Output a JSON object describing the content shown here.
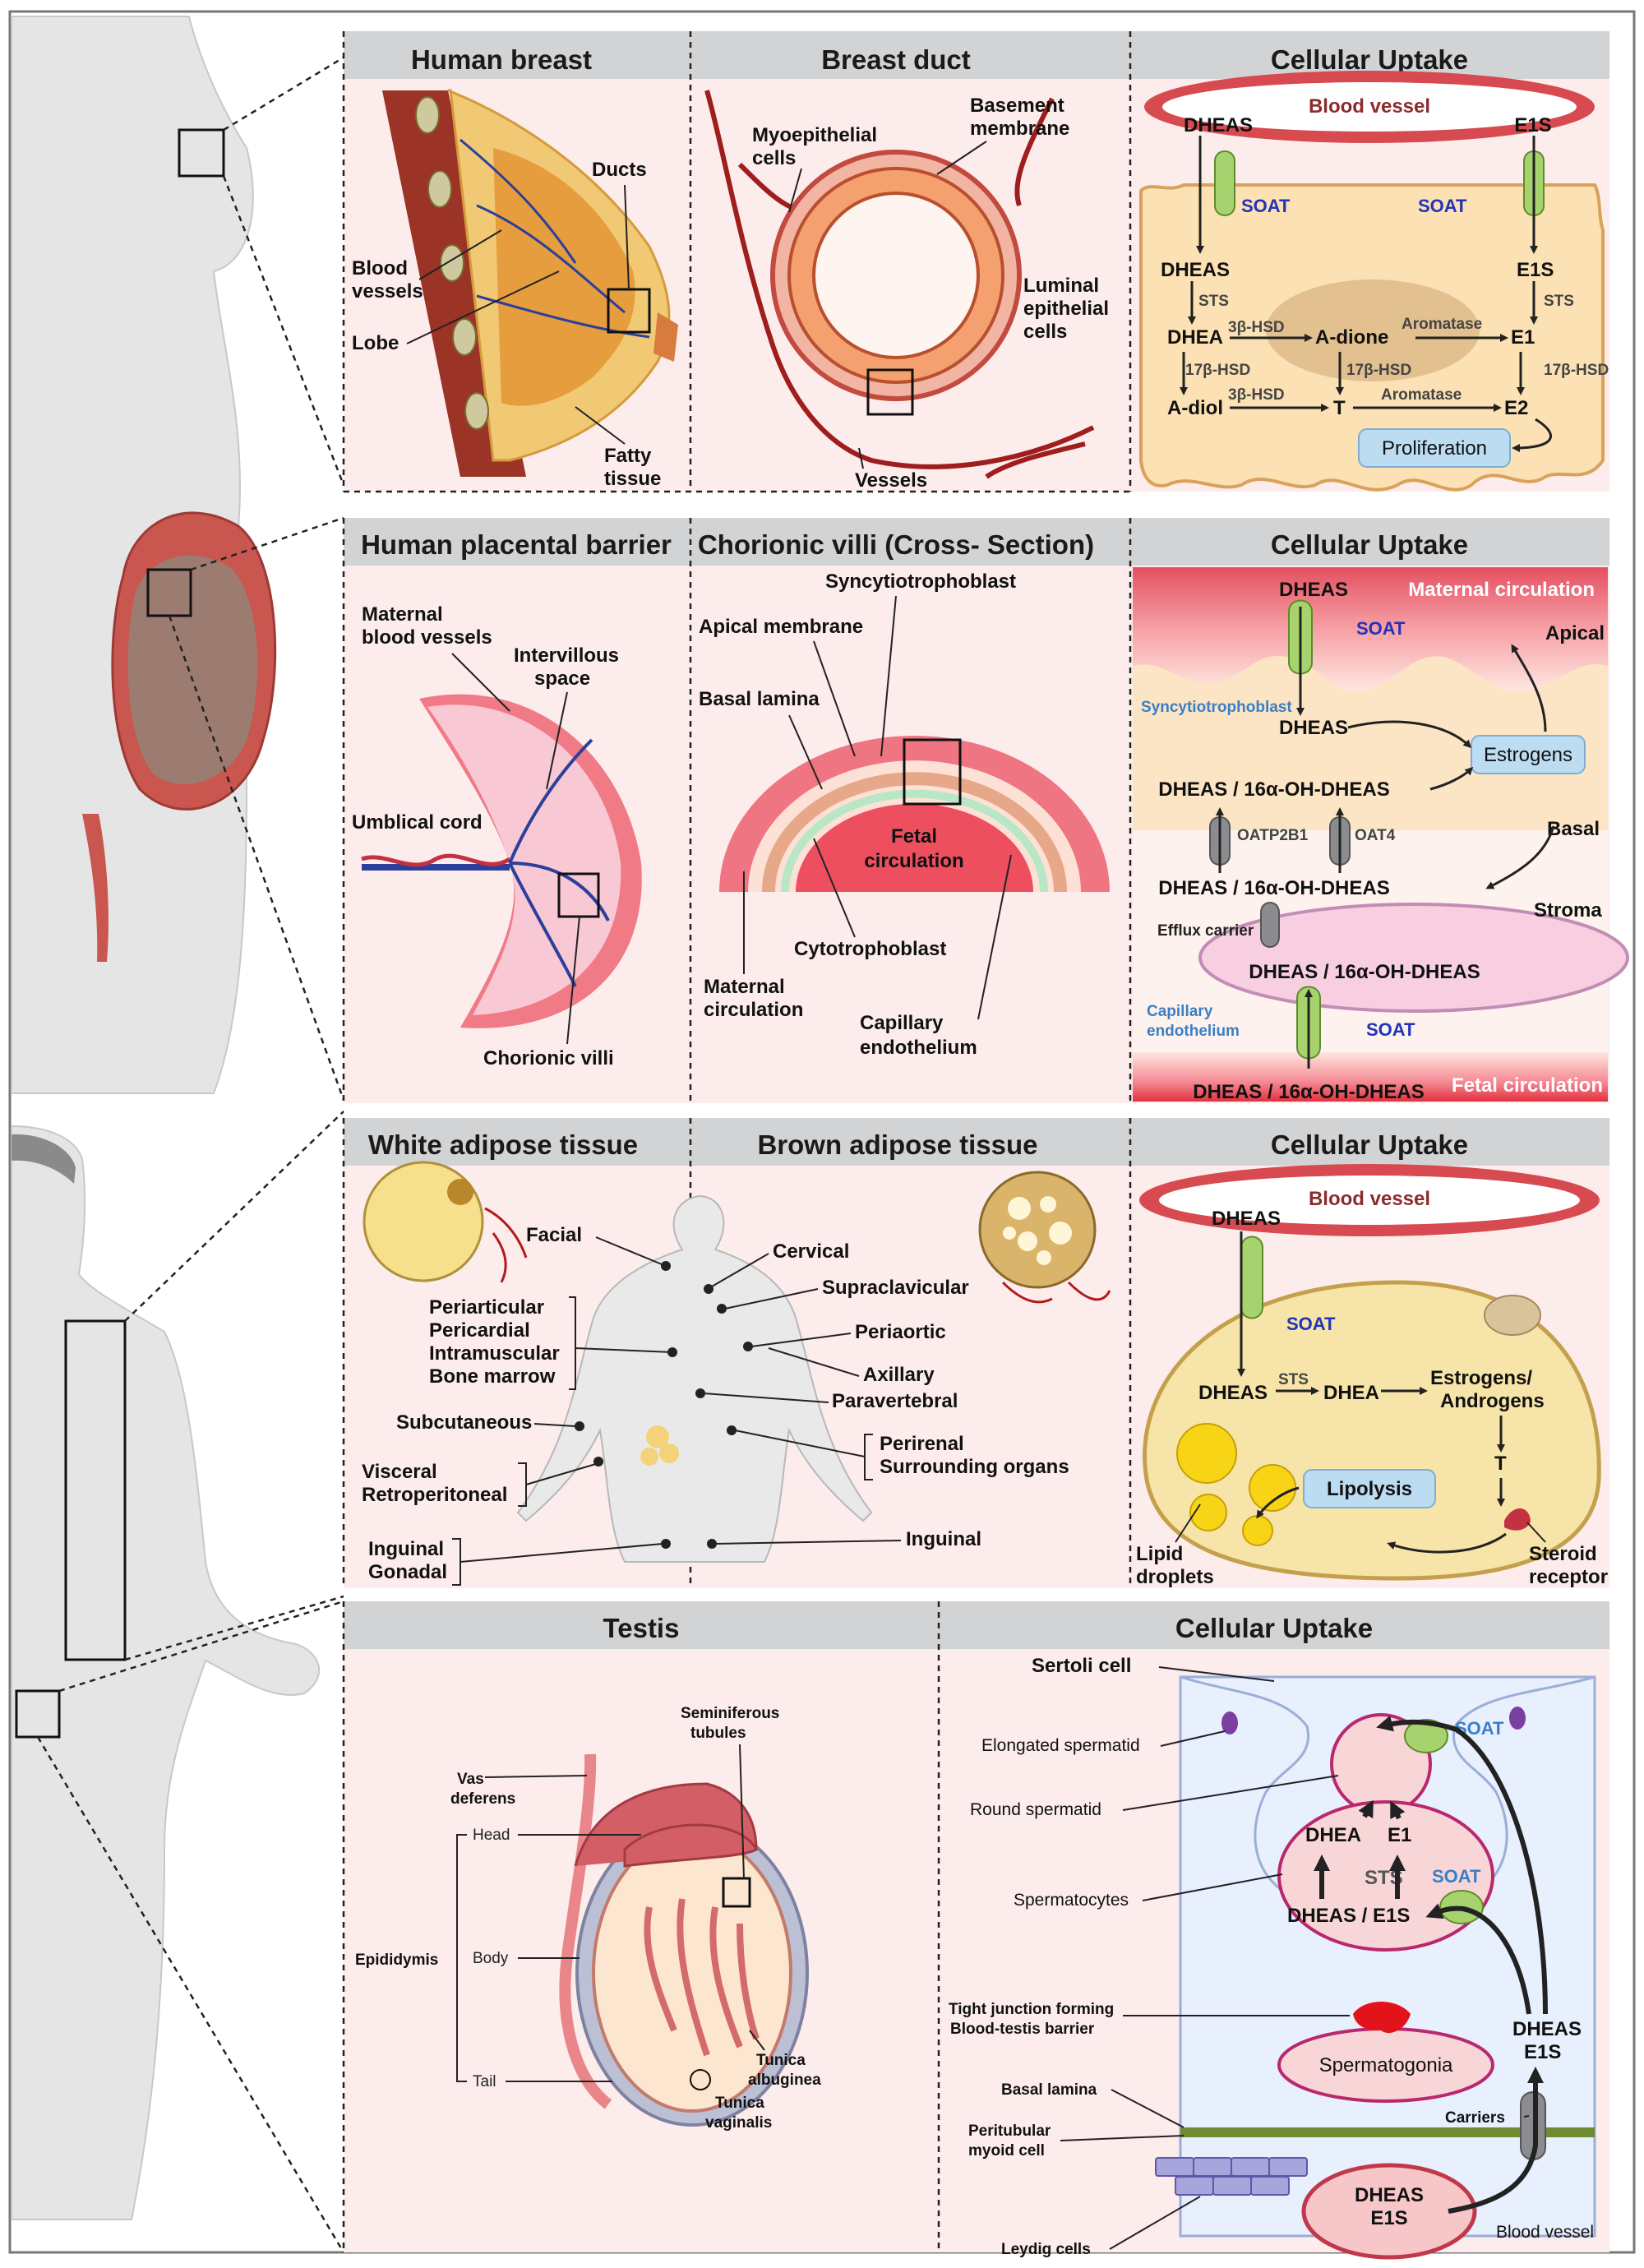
{
  "panels": {
    "breast": {
      "human_breast": {
        "title": "Human breast",
        "labels": {
          "ducts": "Ducts",
          "blood_vessels_1": "Blood",
          "blood_vessels_2": "vessels",
          "lobe": "Lobe",
          "fatty_1": "Fatty",
          "fatty_2": "tissue"
        }
      },
      "breast_duct": {
        "title": "Breast duct",
        "labels": {
          "myo_1": "Myoepithelial",
          "myo_2": "cells",
          "basement_1": "Basement",
          "basement_2": "membrane",
          "luminal_1": "Luminal",
          "luminal_2": "epithelial",
          "luminal_3": "cells",
          "vessels": "Vessels"
        }
      },
      "uptake": {
        "title": "Cellular Uptake",
        "blood_vessel": "Blood vessel",
        "dheas_top": "DHEAS",
        "e1s_top": "E1S",
        "soat_left": "SOAT",
        "soat_right": "SOAT",
        "dheas_in": "DHEAS",
        "e1s_in": "E1S",
        "sts_left": "STS",
        "sts_right": "STS",
        "dhea": "DHEA",
        "hsd3b_1": "3β-HSD",
        "adione": "A-dione",
        "aromatase_1": "Aromatase",
        "e1": "E1",
        "hsd17b_1": "17β-HSD",
        "hsd17b_2": "17β-HSD",
        "hsd17b_3": "17β-HSD",
        "adiol": "A-diol",
        "hsd3b_2": "3β-HSD",
        "t": "T",
        "aromatase_2": "Aromatase",
        "e2": "E2",
        "proliferation": "Proliferation"
      }
    },
    "placenta": {
      "barrier": {
        "title": "Human placental barrier",
        "labels": {
          "maternal_1": "Maternal",
          "maternal_2": "blood vessels",
          "intervillous_1": "Intervillous",
          "intervillous_2": "space",
          "umbilical": "Umblical cord",
          "chorionic": "Chorionic villi"
        }
      },
      "villi": {
        "title": "Chorionic villi (Cross- Section)",
        "labels": {
          "syncytio": "Syncytiotrophoblast",
          "apical": "Apical membrane",
          "basal": "Basal lamina",
          "fetal_1": "Fetal",
          "fetal_2": "circulation",
          "cyto": "Cytotrophoblast",
          "maternal_1": "Maternal",
          "maternal_2": "circulation",
          "capillary_1": "Capillary",
          "capillary_2": "endothelium"
        }
      },
      "uptake": {
        "title": "Cellular Uptake",
        "maternal_circ": "Maternal circulation",
        "dheas_top": "DHEAS",
        "soat_1": "SOAT",
        "apical": "Apical",
        "syncytio": "Syncytiotrophoblast",
        "dheas_mid": "DHEAS",
        "estrogens": "Estrogens",
        "dheas_16a_1": "DHEAS / 16α-OH-DHEAS",
        "oatp": "OATP2B1",
        "oat4": "OAT4",
        "basal": "Basal",
        "dheas_16a_2": "DHEAS / 16α-OH-DHEAS",
        "stroma": "Stroma",
        "efflux": "Efflux carrier",
        "dheas_16a_3": "DHEAS / 16α-OH-DHEAS",
        "capillary_1": "Capillary",
        "capillary_2": "endothelium",
        "soat_2": "SOAT",
        "dheas_16a_4": "DHEAS / 16α-OH-DHEAS",
        "fetal_circ": "Fetal circulation"
      }
    },
    "adipose": {
      "white_title": "White adipose tissue",
      "brown_title": "Brown adipose tissue",
      "labels": {
        "facial": "Facial",
        "periarticular": "Periarticular",
        "pericardial": "Pericardial",
        "intramuscular": "Intramuscular",
        "bone_marrow": "Bone marrow",
        "subcutaneous": "Subcutaneous",
        "visceral": "Visceral",
        "retroperitoneal": "Retroperitoneal",
        "inguinal_l": "Inguinal",
        "gonadal": "Gonadal",
        "cervical": "Cervical",
        "supraclavicular": "Supraclavicular",
        "periaortic": "Periaortic",
        "axillary": "Axillary",
        "paravertebral": "Paravertebral",
        "perirenal": "Perirenal",
        "surrounding": "Surrounding organs",
        "inguinal_r": "Inguinal"
      },
      "uptake": {
        "title": "Cellular Uptake",
        "blood_vessel": "Blood vessel",
        "dheas_top": "DHEAS",
        "soat": "SOAT",
        "dheas_in": "DHEAS",
        "sts": "STS",
        "dhea": "DHEA",
        "estrogens_1": "Estrogens/",
        "estrogens_2": "Androgens",
        "t": "T",
        "lipolysis": "Lipolysis",
        "lipid_1": "Lipid",
        "lipid_2": "droplets",
        "steroid_1": "Steroid",
        "steroid_2": "receptor"
      }
    },
    "testis": {
      "title": "Testis",
      "labels": {
        "seminiferous_1": "Seminiferous",
        "seminiferous_2": "tubules",
        "vas_1": "Vas",
        "vas_2": "deferens",
        "head": "Head",
        "body": "Body",
        "tail": "Tail",
        "epididymis": "Epididymis",
        "tunica_alb_1": "Tunica",
        "tunica_alb_2": "albuginea",
        "tunica_vag_1": "Tunica",
        "tunica_vag_2": "vaginalis"
      },
      "uptake": {
        "title": "Cellular Uptake",
        "sertoli": "Sertoli cell",
        "elongated": "Elongated spermatid",
        "round": "Round spermatid",
        "spermatocytes": "Spermatocytes",
        "soat_1": "SOAT",
        "soat_2": "SOAT",
        "dhea": "DHEA",
        "e1": "E1",
        "sts": "STS",
        "dheas_e1s": "DHEAS / E1S",
        "tight_1": "Tight junction forming",
        "tight_2": "Blood-testis barrier",
        "spermatogonia": "Spermatogonia",
        "dheas_r": "DHEAS",
        "e1s_r": "E1S",
        "basal_lamina": "Basal lamina",
        "peritubular_1": "Peritubular",
        "peritubular_2": "myoid cell",
        "carriers": "Carriers",
        "leydig": "Leydig cells",
        "bv_dheas": "DHEAS",
        "bv_e1s": "E1S",
        "blood_vessel": "Blood vessel"
      }
    }
  }
}
